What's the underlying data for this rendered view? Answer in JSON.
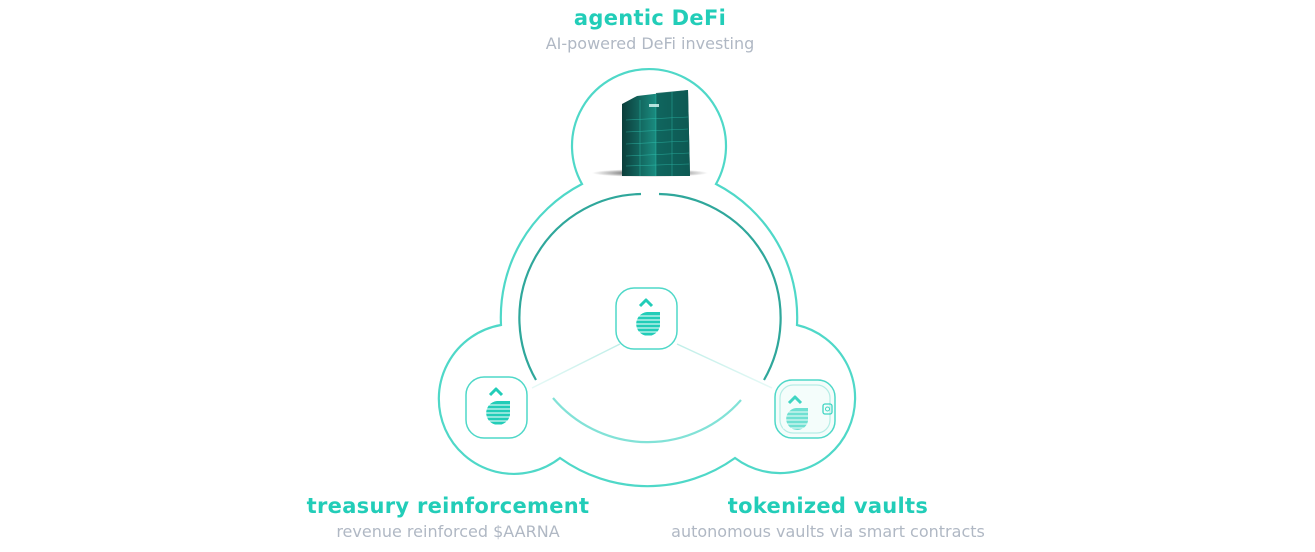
{
  "nodes": {
    "top": {
      "title": "agentic DeFi",
      "subtitle": "AI-powered DeFi investing"
    },
    "left": {
      "title": "treasury reinforcement",
      "subtitle": "revenue reinforced $AARNA"
    },
    "right": {
      "title": "tokenized vaults",
      "subtitle": "autonomous vaults via smart contracts"
    }
  },
  "colors": {
    "accent": "#22cdb8",
    "subtitle": "#b0b8c4",
    "ring": "#4fd8c8"
  },
  "icons": [
    "building-icon",
    "aarna-logo-icon",
    "vault-icon"
  ]
}
